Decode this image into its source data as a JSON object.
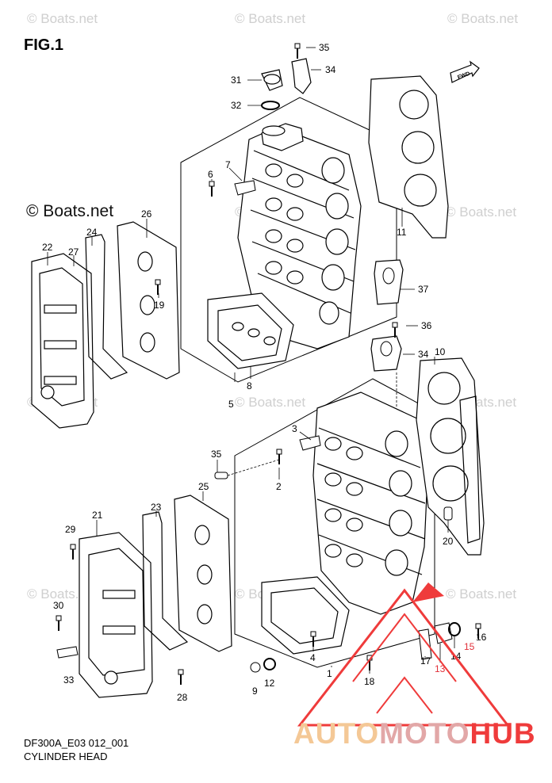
{
  "figure_title": "FIG.1",
  "watermark_text": "© Boats.net",
  "watermark_big": "© Boats.net",
  "footer": {
    "code": "DF300A_E03 012_001",
    "title": "CYLINDER HEAD"
  },
  "fwd_label": "FWD",
  "brand": {
    "part1": "AUTO",
    "part2": "MOTO",
    "part3": "HUB",
    "colors": {
      "part1": "#f4c896",
      "part2": "#e2a7a7",
      "part3": "#ef3b3b",
      "logo": "#ef3b3b"
    }
  },
  "callouts": [
    "1",
    "2",
    "3",
    "4",
    "5",
    "6",
    "7",
    "8",
    "9",
    "10",
    "11",
    "12",
    "13",
    "14",
    "15",
    "16",
    "17",
    "18",
    "19",
    "20",
    "21",
    "22",
    "23",
    "24",
    "25",
    "26",
    "27",
    "28",
    "29",
    "30",
    "31",
    "32",
    "33",
    "34",
    "34",
    "35",
    "35",
    "36",
    "37"
  ]
}
